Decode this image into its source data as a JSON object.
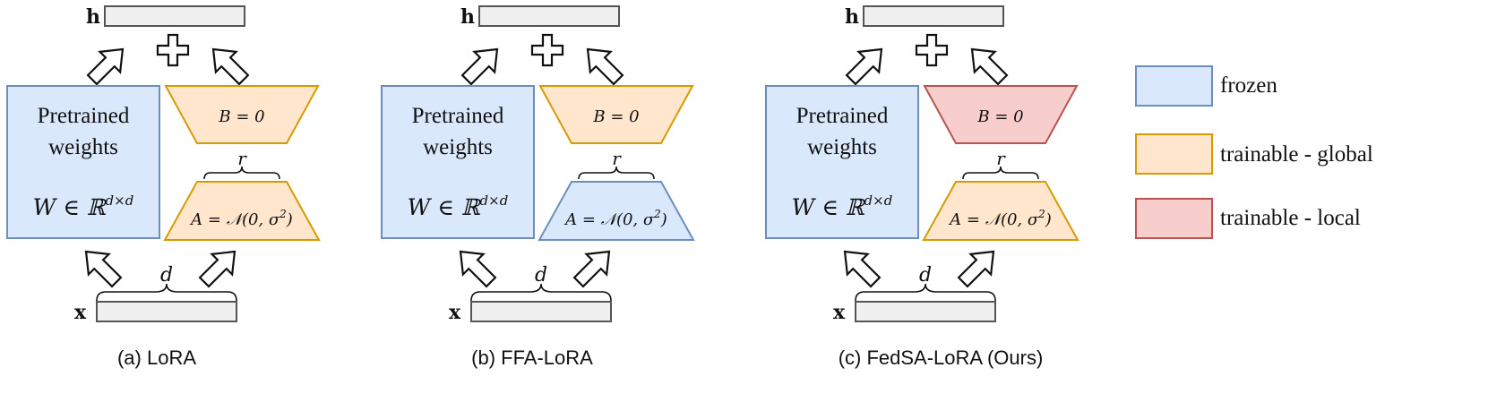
{
  "colors": {
    "frozen_fill": "#dae8fc",
    "frozen_stroke": "#6c8ebf",
    "global_fill": "#ffe6cc",
    "global_stroke": "#d79b00",
    "local_fill": "#f8cecc",
    "local_stroke": "#b85450",
    "vector_fill": "#f0f0f0",
    "vector_stroke": "#555555"
  },
  "panels": [
    {
      "caption": "(a) LoRA",
      "h_label": "h",
      "x_label": "x",
      "pretrained_line1": "Pretrained",
      "pretrained_line2": "weights",
      "weight_main": "W ∈ ℝ",
      "weight_sup": "d×d",
      "b_label": "B = 0",
      "a_main": "A = 𝒩(0, σ",
      "a_sup": "2",
      "a_tail": ")",
      "r_label": "r",
      "d_label": "d",
      "b_role": "trainable - global",
      "a_role": "trainable - global"
    },
    {
      "caption": "(b) FFA-LoRA",
      "h_label": "h",
      "x_label": "x",
      "pretrained_line1": "Pretrained",
      "pretrained_line2": "weights",
      "weight_main": "W ∈ ℝ",
      "weight_sup": "d×d",
      "b_label": "B = 0",
      "a_main": "A = 𝒩(0, σ",
      "a_sup": "2",
      "a_tail": ")",
      "r_label": "r",
      "d_label": "d",
      "b_role": "trainable - global",
      "a_role": "frozen"
    },
    {
      "caption": "(c) FedSA-LoRA (Ours)",
      "h_label": "h",
      "x_label": "x",
      "pretrained_line1": "Pretrained",
      "pretrained_line2": "weights",
      "weight_main": "W ∈ ℝ",
      "weight_sup": "d×d",
      "b_label": "B = 0",
      "a_main": "A = 𝒩(0, σ",
      "a_sup": "2",
      "a_tail": ")",
      "r_label": "r",
      "d_label": "d",
      "b_role": "trainable - local",
      "a_role": "trainable - global"
    }
  ],
  "legend": [
    {
      "label": "frozen",
      "role": "frozen"
    },
    {
      "label": "trainable - global",
      "role": "trainable - global"
    },
    {
      "label": "trainable - local",
      "role": "trainable - local"
    }
  ]
}
